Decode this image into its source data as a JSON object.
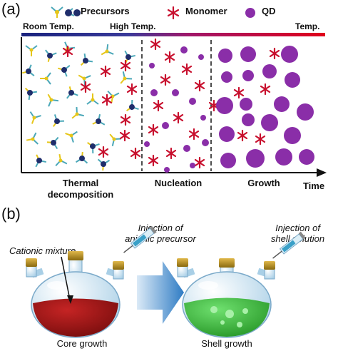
{
  "panel_a": {
    "label": "(a)",
    "legend": {
      "precursors": "Precursors",
      "monomer": "Monomer",
      "qd": "QD"
    },
    "temperature": {
      "room": "Room Temp.",
      "high": "High Temp.",
      "end": "Temp."
    },
    "stages": {
      "thermal_line1": "Thermal",
      "thermal_line2": "decomposition",
      "nucleation": "Nucleation",
      "growth": "Growth"
    },
    "time_label": "Time"
  },
  "panel_b": {
    "label": "(b)",
    "cationic_mixture": "Cationic mixture",
    "injection_anionic_line1": "Injection of",
    "injection_anionic_line2": "anionic precursor",
    "injection_shell_line1": "Injection of",
    "injection_shell_line2": "shell solution",
    "core_growth": "Core growth",
    "shell_growth": "Shell growth"
  },
  "colors": {
    "precursor_node": "#1f2d6b",
    "precursor_arm_yellow": "#e6c619",
    "precursor_arm_teal": "#4aa7b8",
    "monomer": "#c8102e",
    "qd": "#8a2ea8",
    "core_liquid": "#9b1111",
    "shell_liquid": "#2bb52b",
    "gradient_start": "#1a237e",
    "gradient_end": "#e0001a"
  }
}
